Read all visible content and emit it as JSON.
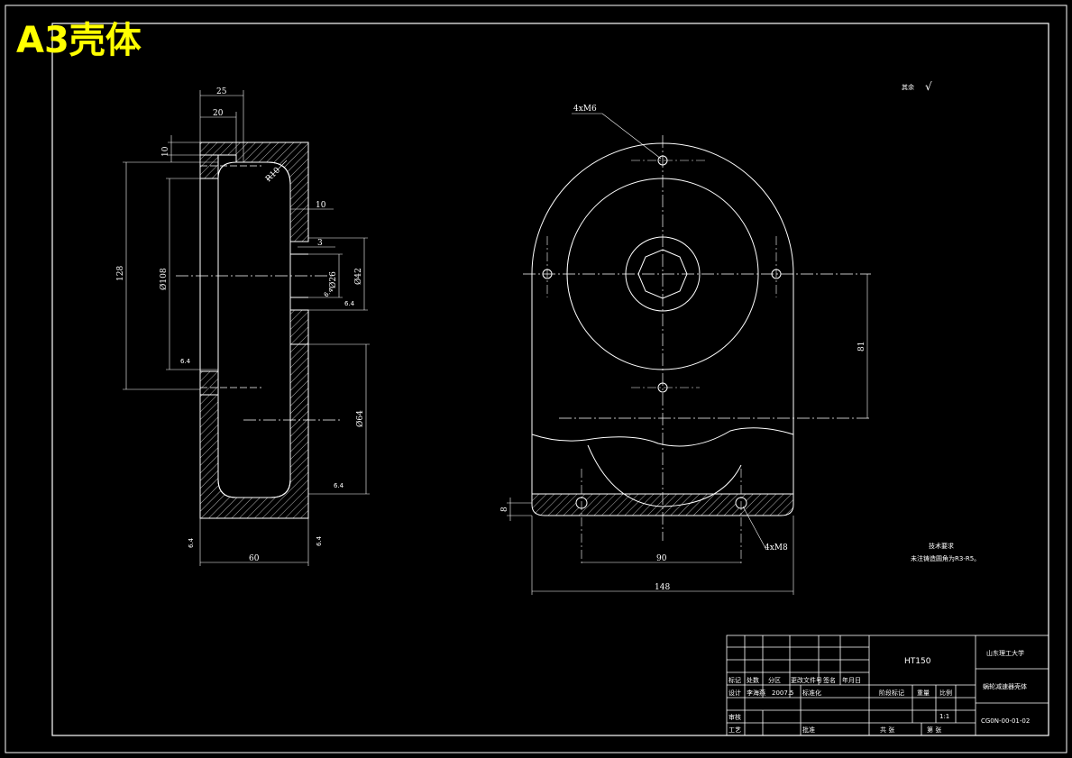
{
  "overlay_title": "A3壳体",
  "colors": {
    "background": "#000000",
    "lines": "#ffffff",
    "overlay": "#ffff00"
  },
  "surface_note": {
    "label": "其余",
    "symbol": "√"
  },
  "section_view": {
    "dims": {
      "d25": "25",
      "d20": "20",
      "d10_top": "10",
      "d128": "128",
      "d108": "Ø108",
      "r10": "R10",
      "d10_right": "10",
      "d3": "3",
      "d26": "Ø26",
      "d42": "Ø42",
      "d64": "Ø64",
      "d60": "60"
    },
    "roughness": {
      "r1": "6.4",
      "r2": "6.4",
      "r3": "6.4",
      "r4": "6.4",
      "r5": "6.4",
      "r6": "6.4"
    }
  },
  "front_view": {
    "callouts": {
      "top_holes": "4xM6",
      "bottom_holes": "4xM8"
    },
    "dims": {
      "d81": "81",
      "d8": "8",
      "d90": "90",
      "d148": "148"
    }
  },
  "tech_requirements": {
    "title": "技术要求",
    "line1": "未注铸造圆角为R3-R5。"
  },
  "title_block": {
    "material": "HT150",
    "school": "山东理工大学",
    "part_name": "蜗轮减速器壳体",
    "drawing_no": "CG0N-00-01-02",
    "scale": "1:1",
    "headers": {
      "mark": "标记",
      "count": "处数",
      "zone": "分区",
      "doc": "更改文件号",
      "sign": "签名",
      "date": "年月日",
      "design": "设计",
      "designer": "李海燕",
      "design_date": "2007.5",
      "standard": "标准化",
      "stage": "阶段标记",
      "weight": "重量",
      "ratio": "比例",
      "review": "审核",
      "process": "工艺",
      "approve": "批准",
      "sheets_total": "共 张",
      "sheet_no": "第 张"
    }
  }
}
